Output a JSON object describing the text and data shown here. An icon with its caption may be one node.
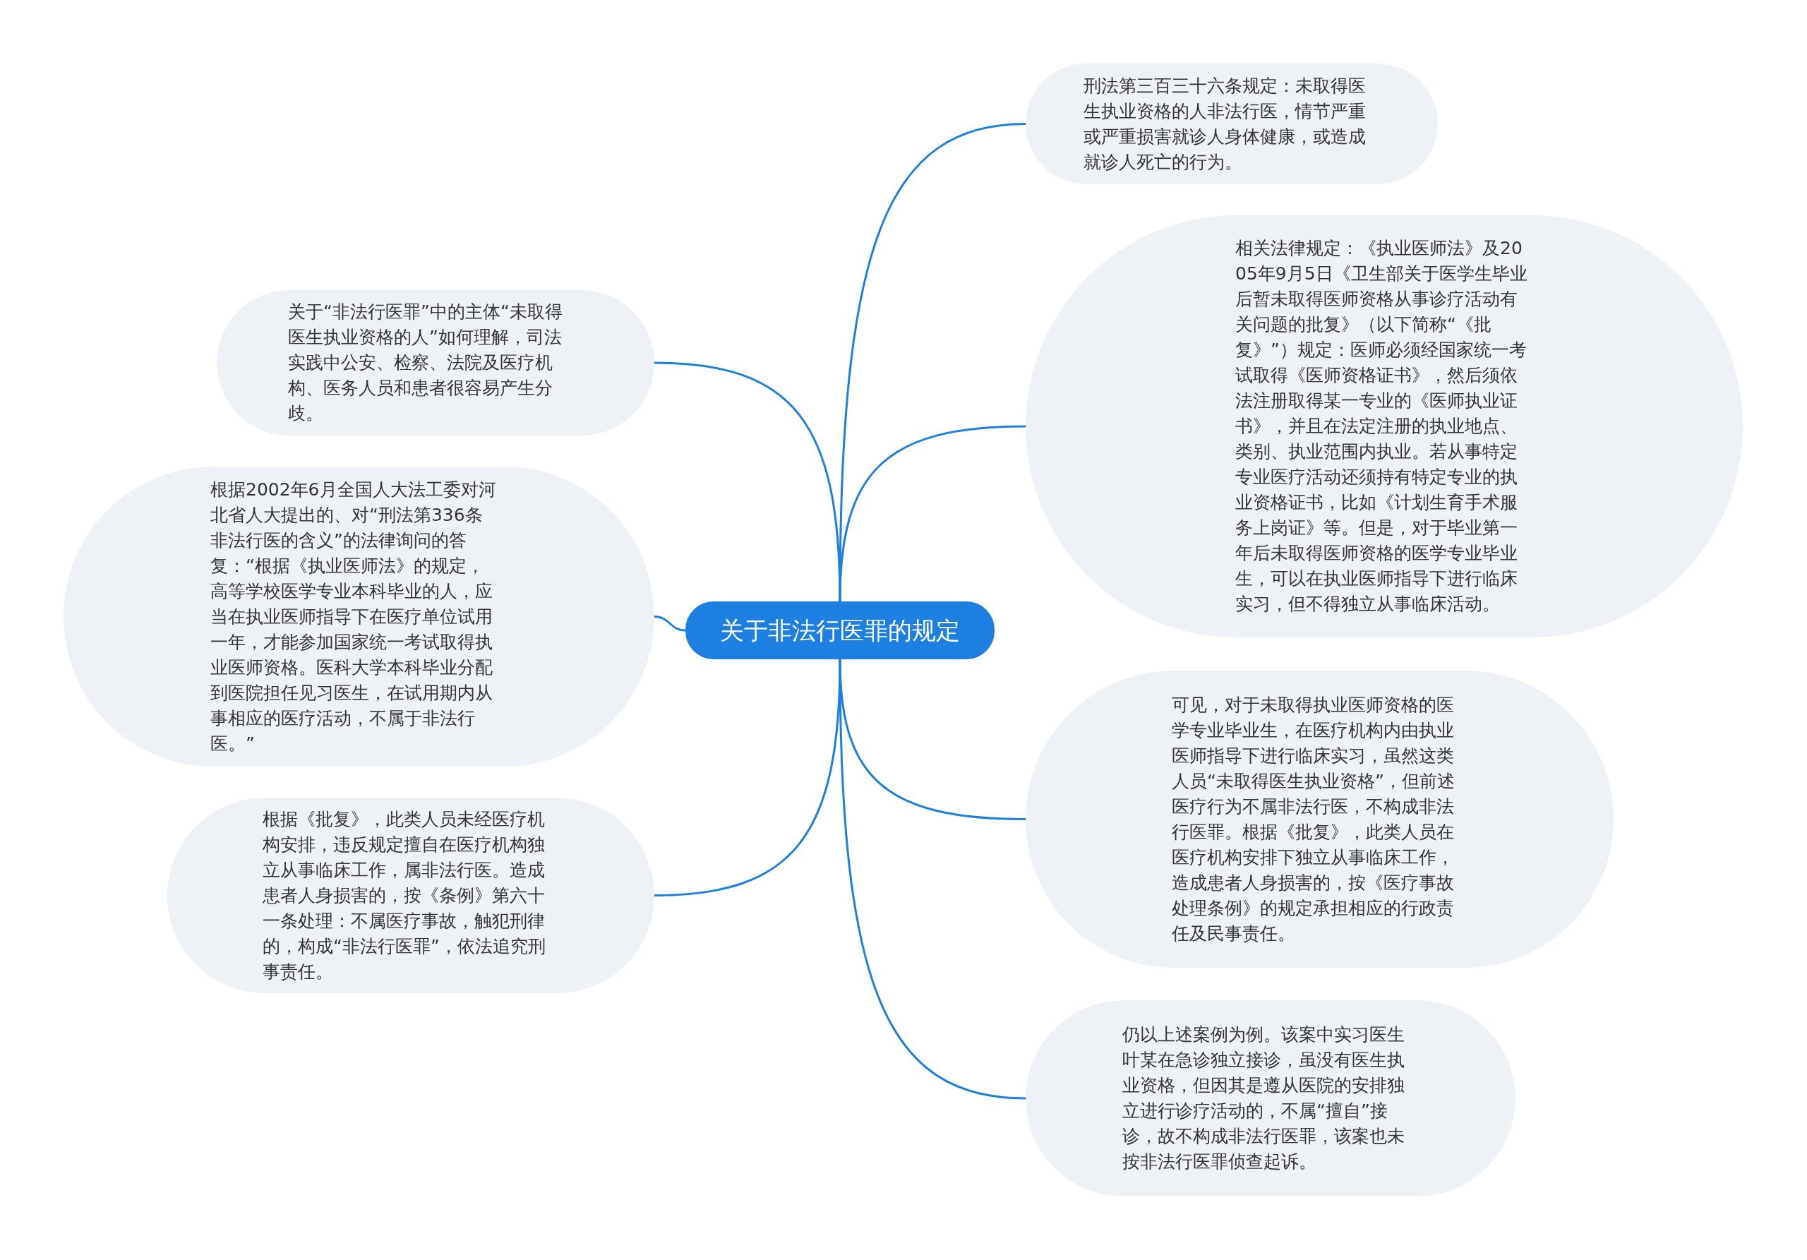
{
  "diagram": {
    "nodes": [
      {
        "text": [
          "关于非法行医罪的规定"
        ]
      },
      {
        "text": [
          "刑法第三百三十六条规定：未取得医生执业资格的人非法行医，情节严重或严重损害就诊人身体健康，或造成就诊人死亡的行为。"
        ]
      },
      {
        "text": [
          "相关法律规定：《执业医师法》及2005年9月5日《卫生部关于医学生毕业后暂未取得医师资格从事诊疗活动有关问题的批复》（以下简称“《批复》”）规定：医师必须经国家统一考试取得《医师资格证书》，然后须依法注册取得某一专业的《医师执业证书》，并且在法定注册的执业地点、类别、执业范围内执业。若从事特定专业医疗活动还须持有特定专业的执业资格证书，比如《计划生育手术服务上岗证》等。但是，对于毕业第一年后未取得医师资格的医学专业毕业生，可以在执业医师指导下进行临床实习，但不得独立从事临床活动。"
        ]
      },
      {
        "text": [
          "可见，对于未取得执业医师资格的医学专业毕业生，在医疗机构内由执业医师指导下进行临床实习，虽然这类人员“未取得医生执业资格”，但前述医疗行为不属非法行医，不构成非法行医罪。根据《批复》，此类人员在医疗机构安排下独立从事临床工作，造成患者人身损害的，按《医疗事故处理条例》的规定承担相应的行政责任及民事责任。"
        ]
      },
      {
        "text": [
          "仍以上述案例为例。该案中实习医生叶某在急诊独立接诊，虽没有医生执业资格，但因其是遵从医院的安排独立进行诊疗活动的，不属“擅自”接诊，故不构成非法行医罪，该案也未按非法行医罪侦查起诉。"
        ]
      },
      {
        "text": [
          "关于“非法行医罪”中的主体“未取得医生执业资格的人”如何理解，司法实践中公安、检察、法院及医疗机构、医务人员和患者很容易产生分歧。"
        ]
      },
      {
        "text": [
          "根据2002年6月全国人大法工委对河北省人大提出的、对“刑法第336条非法行医的含义”的法律询问的答复：“根据《执业医师法》的规定，高等学校医学专业本科毕业的人，应当在执业医师指导下在医疗单位试用一年，才能参加国家统一考试取得执业医师资格。医科大学本科毕业分配到医院担任见习医生，在试用期内从事相应的医疗活动，不属于非法行医。”"
        ]
      },
      {
        "text": [
          "根据《批复》，此类人员未经医疗机构安排，违反规定擅自在医疗机构独立从事临床工作，属非法行医。造成患者人身损害的，按《条例》第六十一条处理：不属医疗事故，触犯刑律的，构成“非法行医罪”，依法追究刑事责任。"
        ]
      }
    ],
    "edges": [
      {
        "from": 0,
        "to": 1,
        "arrow": "none"
      },
      {
        "from": 0,
        "to": 2,
        "arrow": "none"
      },
      {
        "from": 0,
        "to": 3,
        "arrow": "none"
      },
      {
        "from": 0,
        "to": 4,
        "arrow": "none"
      },
      {
        "from": 0,
        "to": 5,
        "arrow": "none"
      },
      {
        "from": 0,
        "to": 6,
        "arrow": "none"
      },
      {
        "from": 0,
        "to": 7,
        "arrow": "none"
      }
    ]
  }
}
